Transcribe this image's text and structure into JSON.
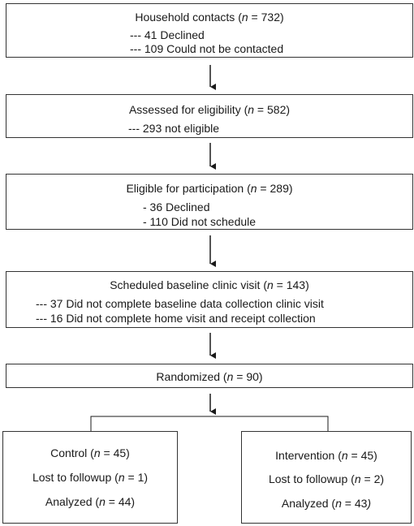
{
  "boxes": {
    "household": {
      "label": "Household contacts (",
      "n": "n",
      "value": " = 732)",
      "lines": [
        "---  41 Declined",
        "---  109 Could not be contacted"
      ]
    },
    "assessed": {
      "label": "Assessed for eligibility (",
      "n": "n",
      "value": " = 582)",
      "lines": [
        "---  293 not eligible"
      ]
    },
    "eligible": {
      "label": "Eligible for participation (",
      "n": "n",
      "value": " = 289)",
      "lines": [
        "-  36 Declined",
        "-  110 Did not schedule"
      ]
    },
    "scheduled": {
      "label": "Scheduled baseline clinic visit (",
      "n": "n",
      "value": " = 143)",
      "lines": [
        "--- 37 Did not complete baseline data collection clinic visit",
        "---  16 Did not complete home visit and receipt collection"
      ]
    },
    "randomized": {
      "label": "Randomized (",
      "n": "n",
      "value": " = 90)"
    },
    "control": {
      "title_label": "Control (",
      "title_value": " = 45)",
      "lost_label": "Lost to followup (",
      "lost_value": " = 1)",
      "analyzed_label": "Analyzed (",
      "analyzed_value": " = 44)",
      "n": "n"
    },
    "intervention": {
      "title_label": "Intervention (",
      "title_value": " = 45)",
      "lost_label": "Lost to followup (",
      "lost_value": " = 2)",
      "analyzed_label": "Analyzed (",
      "analyzed_value": " = 43",
      "analyzed_close": ")",
      "n": "n"
    }
  }
}
